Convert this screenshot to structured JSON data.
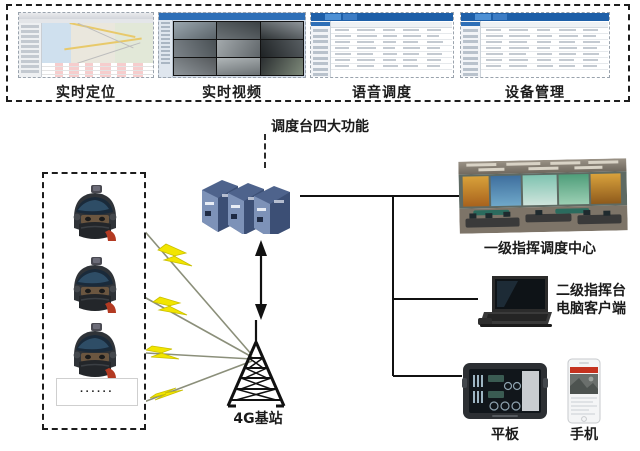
{
  "diagram": {
    "title_caption": "调度台四大功能",
    "top_panels": [
      {
        "label": "实时定位",
        "screen_kind": "map-gis"
      },
      {
        "label": "实时视频",
        "screen_kind": "video-wall-3x3"
      },
      {
        "label": "语音调度",
        "screen_kind": "data-table"
      },
      {
        "label": "设备管理",
        "screen_kind": "data-table"
      }
    ],
    "field_devices": {
      "items": [
        {
          "name": "smart-helmet",
          "index": 1
        },
        {
          "name": "smart-helmet",
          "index": 2
        },
        {
          "name": "smart-helmet",
          "index": 3
        }
      ],
      "more_label": "······"
    },
    "network": {
      "base_station_label": "4G基站",
      "uplink_arrow": "bidirectional",
      "wireless_links": 4,
      "bolt_color": "#f2e500",
      "link_line_color": "#8b8f7a"
    },
    "servers": {
      "name": "server-stack",
      "count": 3,
      "color": "#5f79a8"
    },
    "clients": [
      {
        "name": "command-center",
        "label": "一级指挥调度中心"
      },
      {
        "name": "laptop-client",
        "label_line1": "二级指挥台",
        "label_line2": "电脑客户端"
      },
      {
        "name": "tablet-client",
        "label": "平板"
      },
      {
        "name": "phone-client",
        "label": "手机"
      }
    ]
  }
}
